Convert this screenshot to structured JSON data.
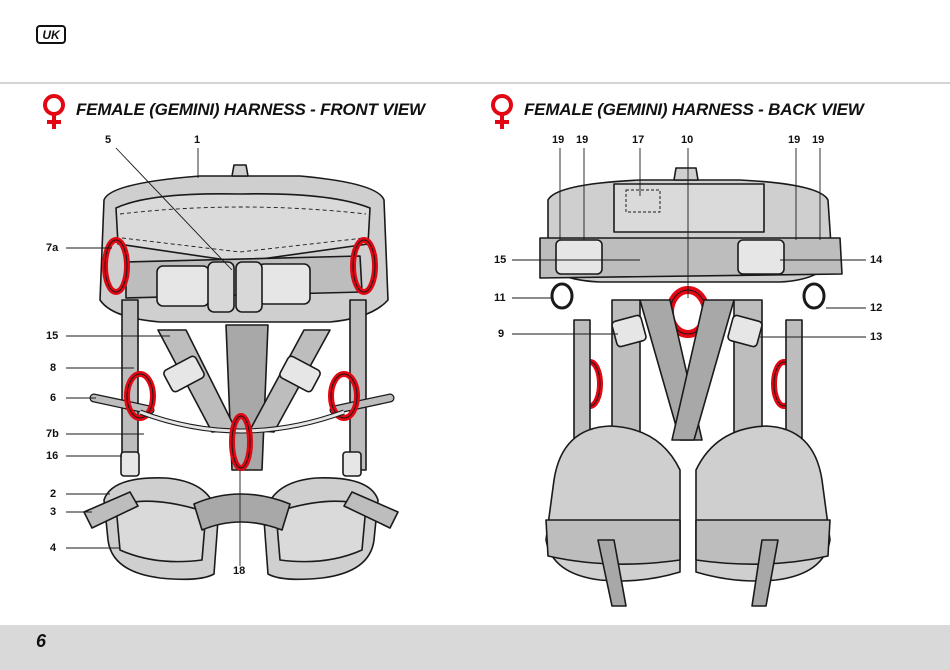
{
  "header": {
    "lang_badge": "UK"
  },
  "front": {
    "title": "FEMALE (GEMINI) HARNESS - FRONT VIEW",
    "labels": {
      "l5": "5",
      "l1": "1",
      "l7a": "7a",
      "l15": "15",
      "l8": "8",
      "l6": "6",
      "l7b": "7b",
      "l16": "16",
      "l2": "2",
      "l3": "3",
      "l4": "4",
      "l18": "18"
    }
  },
  "back": {
    "title": "FEMALE (GEMINI) HARNESS - BACK VIEW",
    "labels": {
      "l19a": "19",
      "l19b": "19",
      "l17": "17",
      "l10": "10",
      "l19c": "19",
      "l19d": "19",
      "l15": "15",
      "l14": "14",
      "l11": "11",
      "l12": "12",
      "l9": "9",
      "l13": "13"
    }
  },
  "footer": {
    "page_number": "6"
  },
  "colors": {
    "accent": "#e30613",
    "harness_fill": "#cfcfcf",
    "harness_dark": "#a8a8a8",
    "outline": "#1a1a1a",
    "footer": "#d9d9d9"
  }
}
